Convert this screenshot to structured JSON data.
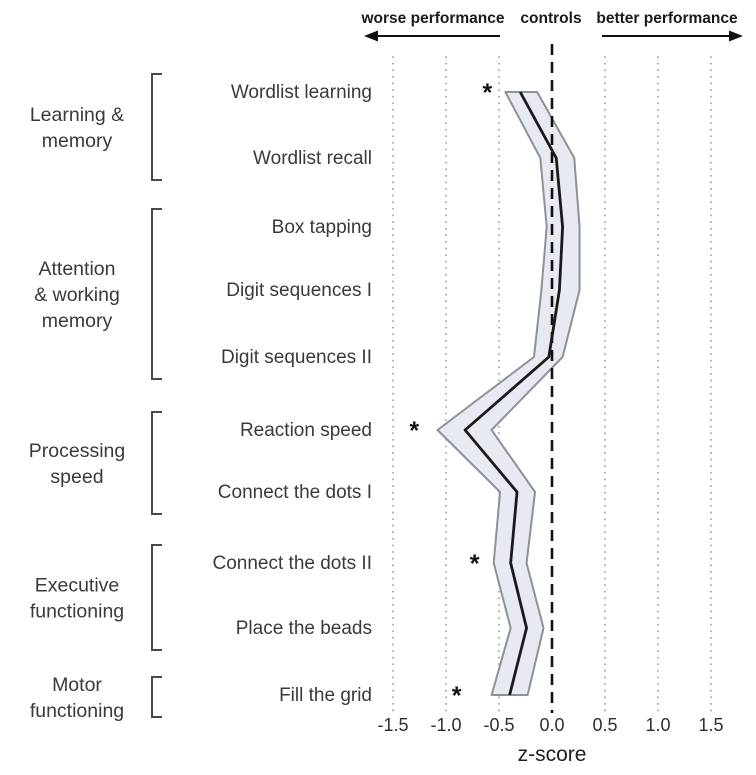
{
  "header": {
    "worse_label": "worse performance",
    "controls_label": "controls",
    "better_label": "better performance"
  },
  "axis_title": "z-score",
  "chart_data": {
    "type": "line",
    "subtype": "vertical-profile-with-confidence-band",
    "xlabel": "z-score",
    "xlim": [
      -1.5,
      1.5
    ],
    "x_ticks": [
      -1.5,
      -1.0,
      -0.5,
      0.0,
      0.5,
      1.0,
      1.5
    ],
    "x_tick_labels": [
      "-1.5",
      "-1.0",
      "-0.5",
      "0.0",
      "0.5",
      "1.0",
      "1.5"
    ],
    "reference_line_x": 0.0,
    "reference_label": "controls",
    "direction_annotations": {
      "left": "worse performance",
      "right": "better performance"
    },
    "grid": "dotted-vertical",
    "legend": "none",
    "colors": {
      "line": "#1a1a1a",
      "band_fill": "#e7ebf1",
      "band_edge": "#8d9298",
      "grid": "#9a9a9a",
      "reference": "#111111",
      "text": "#3a3a3a",
      "bracket": "#4a4a4a"
    },
    "groups": [
      {
        "label": "Learning &\nmemory",
        "rows": [
          0,
          1
        ]
      },
      {
        "label": "Attention\n& working\nmemory",
        "rows": [
          2,
          3,
          4
        ]
      },
      {
        "label": "Processing\nspeed",
        "rows": [
          5,
          6
        ]
      },
      {
        "label": "Executive\nfunctioning",
        "rows": [
          7,
          8
        ]
      },
      {
        "label": "Motor\nfunctioning",
        "rows": [
          9
        ]
      }
    ],
    "rows": [
      {
        "label": "Wordlist learning",
        "mean": -0.3,
        "band": [
          -0.44,
          -0.14
        ],
        "significant": true,
        "star_x": -0.61
      },
      {
        "label": "Wordlist recall",
        "mean": 0.04,
        "band": [
          -0.11,
          0.21
        ],
        "significant": false
      },
      {
        "label": "Box tapping",
        "mean": 0.1,
        "band": [
          -0.05,
          0.26
        ],
        "significant": false
      },
      {
        "label": "Digit sequences I",
        "mean": 0.07,
        "band": [
          -0.1,
          0.26
        ],
        "significant": false
      },
      {
        "label": "Digit sequences II",
        "mean": -0.03,
        "band": [
          -0.17,
          0.1
        ],
        "significant": false
      },
      {
        "label": "Reaction speed",
        "mean": -0.82,
        "band": [
          -1.08,
          -0.57
        ],
        "significant": true,
        "star_x": -1.3
      },
      {
        "label": "Connect the dots I",
        "mean": -0.33,
        "band": [
          -0.49,
          -0.16
        ],
        "significant": false
      },
      {
        "label": "Connect the dots II",
        "mean": -0.39,
        "band": [
          -0.55,
          -0.24
        ],
        "significant": true,
        "star_x": -0.73
      },
      {
        "label": "Place the beads",
        "mean": -0.24,
        "band": [
          -0.39,
          -0.08
        ],
        "significant": false
      },
      {
        "label": "Fill the grid",
        "mean": -0.4,
        "band": [
          -0.57,
          -0.23
        ],
        "significant": true,
        "star_x": -0.9
      }
    ]
  }
}
